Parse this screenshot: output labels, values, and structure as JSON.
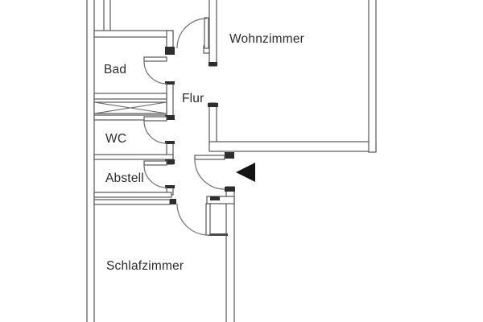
{
  "floorplan": {
    "rooms": [
      {
        "id": "wohnzimmer",
        "label": "Wohnzimmer"
      },
      {
        "id": "bad",
        "label": "Bad"
      },
      {
        "id": "flur",
        "label": "Flur"
      },
      {
        "id": "wc",
        "label": "WC"
      },
      {
        "id": "abstell",
        "label": "Abstell"
      },
      {
        "id": "schlafzimmer",
        "label": "Schlafzimmer"
      }
    ],
    "features": {
      "entrance_marker": "left-pointing-triangle",
      "shaft_hatch": "x-cross"
    },
    "colors": {
      "background": "#ffffff",
      "wall_stroke": "#585858",
      "cap_fill": "#2e2e2e",
      "arc_stroke": "#787878",
      "label_color": "#2b2b2b",
      "entrance_marker_fill": "#141414"
    }
  }
}
